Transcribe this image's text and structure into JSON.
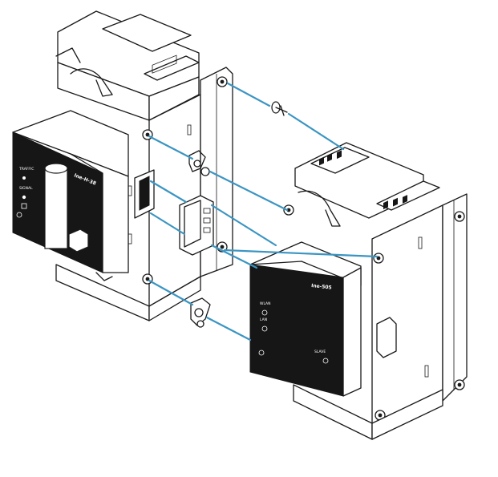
{
  "colors": {
    "connector": "#3b95c2",
    "front_panel": "#161616",
    "outline": "#1a1a1a",
    "body": "#ffffff"
  },
  "left_device": {
    "model": "Ine-H-38",
    "indicators": [
      "TRAFFIC",
      "SIGNAL"
    ],
    "antenna_icon": "antenna-icon",
    "power_icon": "power-icon"
  },
  "right_device": {
    "model": "Ine-505",
    "indicators": [
      "WLAN",
      "LAN",
      "SLAVE"
    ],
    "power_icon": "power-icon"
  }
}
